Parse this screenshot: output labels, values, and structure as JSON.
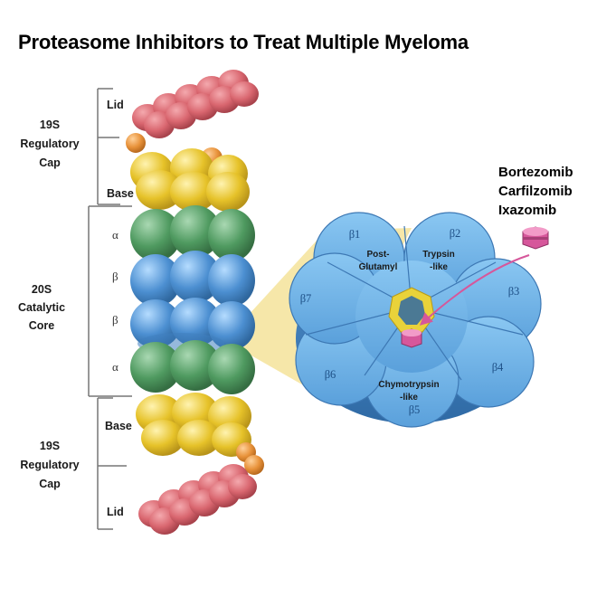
{
  "title": "Proteasome Inhibitors to Treat Multiple Myeloma",
  "left_labels": {
    "top_cap": [
      "19S",
      "Regulatory",
      "Cap"
    ],
    "core": [
      "20S",
      "Catalytic",
      "Core"
    ],
    "bottom_cap": [
      "19S",
      "Regulatory",
      "Cap"
    ]
  },
  "bracket_labels": {
    "lid_top": "Lid",
    "base_top": "Base",
    "base_bottom": "Base",
    "lid_bottom": "Lid"
  },
  "ring_labels": [
    "α",
    "β",
    "β",
    "α"
  ],
  "petals": [
    {
      "id": "β1",
      "site": [
        "Post-",
        "Glutamyl"
      ]
    },
    {
      "id": "β2",
      "site": [
        "Trypsin",
        "-like"
      ]
    },
    {
      "id": "β3",
      "site": []
    },
    {
      "id": "β4",
      "site": []
    },
    {
      "id": "β5",
      "site": [
        "Chymotrypsin",
        "-like"
      ]
    },
    {
      "id": "β6",
      "site": []
    },
    {
      "id": "β7",
      "site": []
    }
  ],
  "drugs": [
    "Bortezomib",
    "Carfilzomib",
    "Ixazomib"
  ],
  "colors": {
    "lid": "#d9666f",
    "connector": "#e8923a",
    "base": "#e6c229",
    "alpha_ring": "#4f9a60",
    "beta_ring": "#4c8fd1",
    "petal": "#6eb2e6",
    "highlight": "#f5e39a",
    "inhibitor": "#d6579b"
  }
}
